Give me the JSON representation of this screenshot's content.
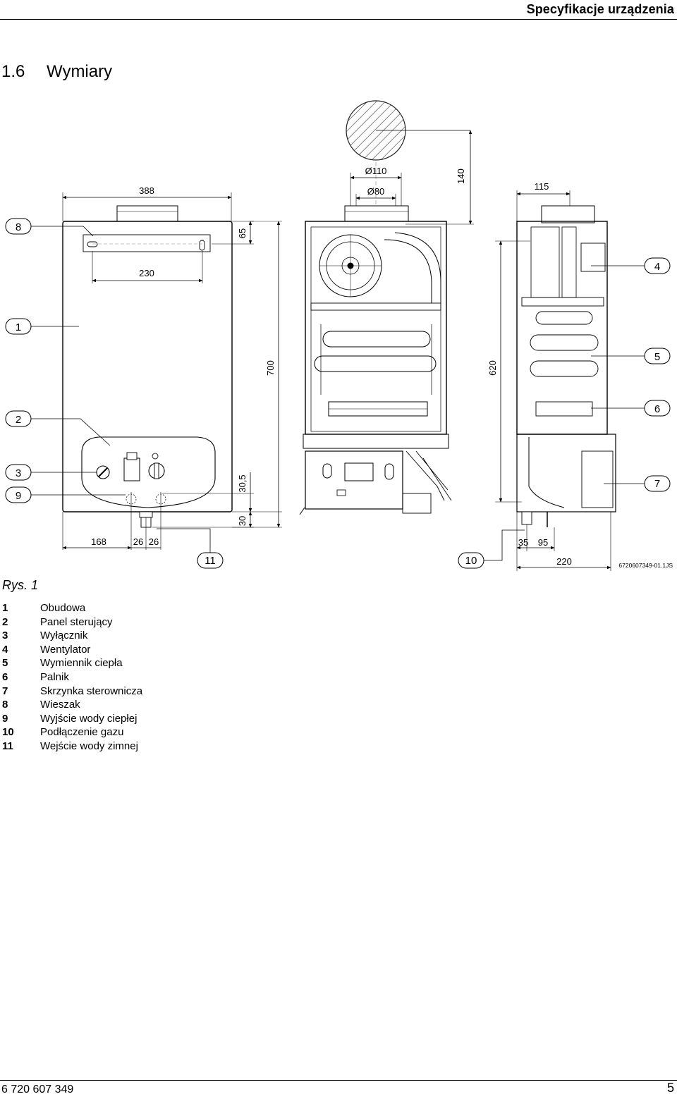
{
  "header": {
    "title": "Specyfikacje urządzenia"
  },
  "section": {
    "number": "1.6",
    "title": "Wymiary"
  },
  "figure": {
    "dimensions": {
      "d110": "Ø110",
      "d80": "Ø80",
      "w388": "388",
      "w230": "230",
      "h65": "65",
      "h140": "140",
      "w115": "115",
      "h700": "700",
      "h620": "620",
      "h30_5": "30,5",
      "h30": "30",
      "w168": "168",
      "w26a": "26",
      "w26b": "26",
      "w35": "35",
      "w95": "95",
      "w220": "220"
    },
    "callouts": [
      "8",
      "1",
      "2",
      "3",
      "9",
      "11",
      "10",
      "4",
      "5",
      "6",
      "7"
    ],
    "drawing_code": "6720607349-01.1JS"
  },
  "caption": "Rys. 1",
  "legend": [
    {
      "n": "1",
      "label": "Obudowa"
    },
    {
      "n": "2",
      "label": "Panel sterujący"
    },
    {
      "n": "3",
      "label": "Wyłącznik"
    },
    {
      "n": "4",
      "label": "Wentylator"
    },
    {
      "n": "5",
      "label": "Wymiennik ciepła"
    },
    {
      "n": "6",
      "label": "Palnik"
    },
    {
      "n": "7",
      "label": "Skrzynka sterownicza"
    },
    {
      "n": "8",
      "label": "Wieszak"
    },
    {
      "n": "9",
      "label": "Wyjście wody ciepłej"
    },
    {
      "n": "10",
      "label": "Podłączenie gazu"
    },
    {
      "n": "11",
      "label": "Wejście wody zimnej"
    }
  ],
  "footer": {
    "doc_number": "6 720 607 349",
    "page": "5"
  }
}
